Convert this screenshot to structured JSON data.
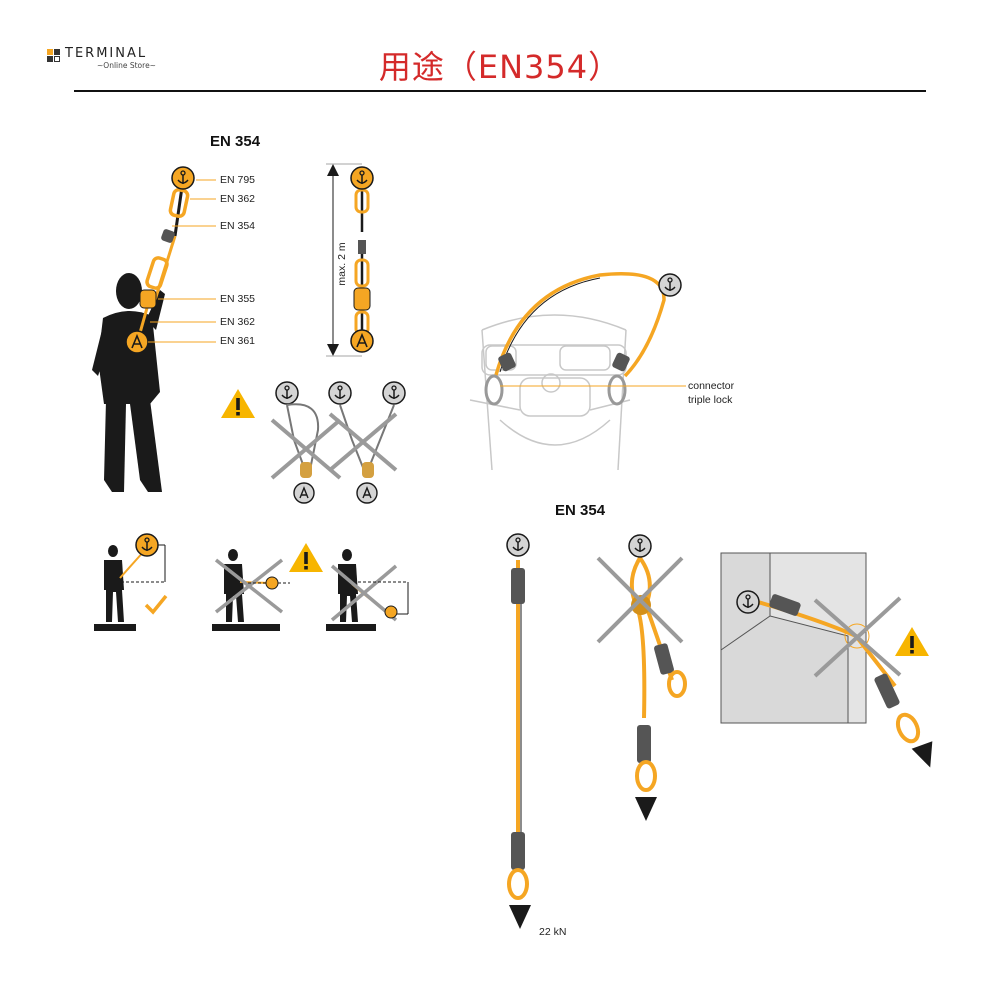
{
  "header": {
    "logo_word": "TERMINAL",
    "logo_sub": "~Online Store~",
    "title": "用途（EN354）"
  },
  "diagram_left": {
    "heading": "EN 354",
    "labels": [
      "EN 795",
      "EN 362",
      "EN 354",
      "EN 355",
      "EN 362",
      "EN 361"
    ],
    "max_length": "max. 2 m"
  },
  "diagram_right_top": {
    "annotation_line1": "connector",
    "annotation_line2": "triple lock"
  },
  "diagram_right_bottom": {
    "heading": "EN 354",
    "force_label": "22 kN"
  },
  "colors": {
    "accent_yellow": "#f5a623",
    "title_red": "#d42a2a",
    "warning_yellow": "#f7b500",
    "gray_cross": "#9a9a9a",
    "dark": "#1a1a1a"
  },
  "icons": [
    "anchor-icon",
    "warning-icon",
    "check-icon",
    "cross-icon",
    "arrow-down-icon"
  ]
}
